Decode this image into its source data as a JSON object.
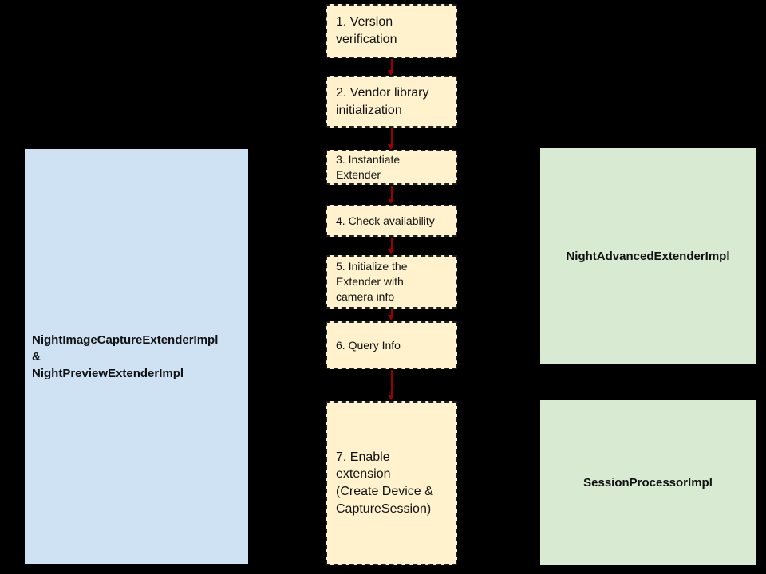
{
  "colors": {
    "background": "#000000",
    "step_fill": "#fff2cc",
    "step_border": "#1f1f1f",
    "arrow": "#990000",
    "left_box_fill": "#cfe2f3",
    "right_box_fill": "#d9ead3",
    "text": "#111111"
  },
  "steps": [
    {
      "label": "1. Version\nverification"
    },
    {
      "label": "2. Vendor library\ninitialization"
    },
    {
      "label": "3. Instantiate\nExtender"
    },
    {
      "label": "4. Check availability"
    },
    {
      "label": "5. Initialize the\nExtender with\ncamera info"
    },
    {
      "label": "6. Query Info"
    },
    {
      "label": "7. Enable\nextension\n(Create Device &\nCaptureSession)"
    }
  ],
  "left_box": {
    "label": "NightImageCaptureExtenderImpl\n&\nNightPreviewExtenderImpl"
  },
  "right_boxes": [
    {
      "label": "NightAdvancedExtenderImpl"
    },
    {
      "label": "SessionProcessorImpl"
    }
  ]
}
